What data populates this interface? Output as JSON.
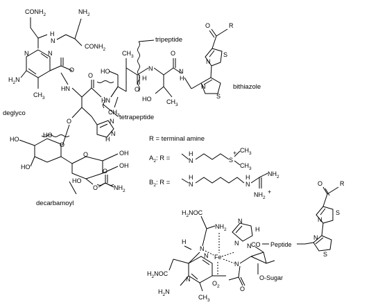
{
  "labels": {
    "conh2_1": "CONH",
    "nh2_1": "NH",
    "nh_1": "N",
    "conh2_2": "CONH",
    "n_top": "N",
    "n_bottom": "N",
    "h2n_1": "H",
    "ch3_1": "CH",
    "o_1": "O",
    "hn_1": "HN",
    "o_2": "O",
    "o_3": "O",
    "hn_2": "HN",
    "ch3_2": "CH",
    "ho_1": "HO",
    "ch3_3": "CH",
    "ch3_4": "CH",
    "o_4": "O",
    "ho_2": "HO",
    "ch3_5": "CH",
    "o_5": "O",
    "n_6": "N",
    "h_6": "H",
    "n_7": "N",
    "s_7": "S",
    "n_8": "N",
    "s_8": "S",
    "o_9": "O",
    "r_9": "R",
    "o_10": "O",
    "n_im1": "N",
    "hn_im1": "N",
    "h_im1": "H",
    "ho_3": "HO",
    "ho_4": "HO",
    "ho_5": "HO",
    "o_11": "O",
    "o_12": "O",
    "oh_1": "OH",
    "oh_2": "OH",
    "ho_6": "HO",
    "o_13": "O",
    "o_14": "O",
    "nh2_carb": "NH",
    "tripeptide": "tripeptide",
    "bithiazole": "bithiazole",
    "tetrapeptide": "tetrapeptide",
    "deglyco": "deglyco",
    "decarbamoyl": "decarbamoyl",
    "terminal_amine": "R  =  terminal amine",
    "a2_label": "A",
    "a2_sub": "2",
    "a2_r": ": R  =",
    "b2_label": "B",
    "b2_sub": "2",
    "b2_r": ": R  =",
    "a2_h": "H",
    "a2_n": "N",
    "a2_s": "S",
    "a2_plus": "+",
    "a2_ch3a": "CH",
    "a2_ch3b": "CH",
    "b2_h": "H",
    "b2_n": "N",
    "b2_h2": "H",
    "b2_n2": "N",
    "b2_nh2": "NH",
    "b2_nh2plus": "NH",
    "b2_plus": "+",
    "fe_h2noc": "H",
    "fe_nh2": "NH",
    "fe": "Fe",
    "fe_h1": "H",
    "fe_n1": "N",
    "fe_n2": "N",
    "fe_n3": "N",
    "fe_n4": "N",
    "fe_h2": "H",
    "fe_co_peptide": "CO",
    "fe_peptide": "Peptide",
    "fe_o_sugar": "O-Sugar",
    "fe_h2noc2": "H",
    "fe_n5": "N",
    "fe_n6": "N",
    "fe_h2n": "H",
    "fe_ch3": "CH",
    "fe_o2": "O",
    "fe_o3": "O",
    "fe_n_th1": "N",
    "fe_s_th1": "S",
    "fe_n_th2": "N",
    "fe_s_th2": "S",
    "fe_o_top": "O",
    "fe_r_top": "R",
    "fe_h_im": "H",
    "fe_n_im": "N",
    "sub2": "2",
    "sub3": "3"
  }
}
